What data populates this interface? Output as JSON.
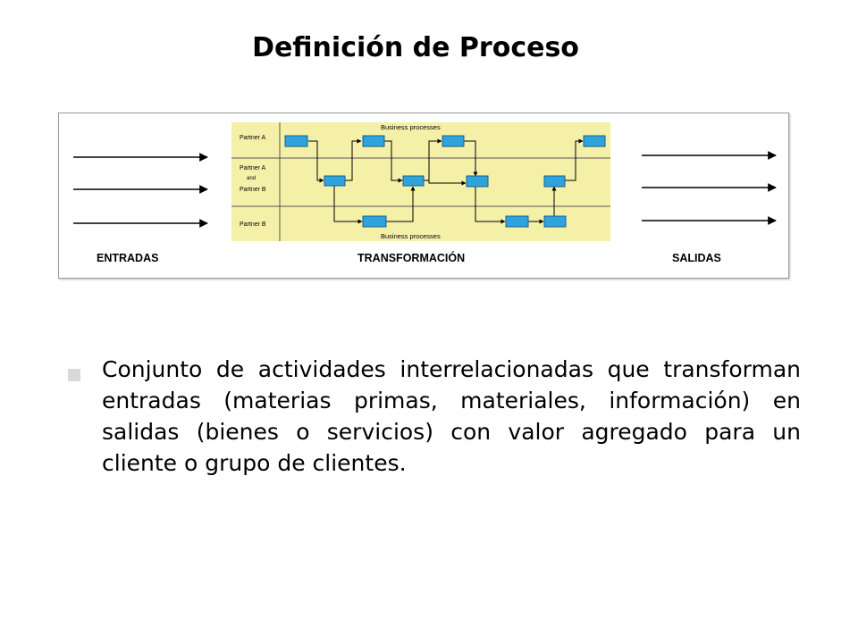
{
  "slide": {
    "title": "Definición de Proceso",
    "bullet": "Conjunto de actividades interrelacionadas que transforman entradas (materias primas, materiales, información) en salidas (bienes o servicios) con valor agregado para un cliente o grupo de clientes."
  },
  "diagram": {
    "panel_color": "#f5f0a8",
    "box_color": "#2fa3dc",
    "top_label": "Business processes",
    "bottom_label": "Business processes",
    "lanes": [
      "Partner A",
      "Partner A",
      "and",
      "Partner B",
      "Partner B"
    ],
    "sections": {
      "inputs": "ENTRADAS",
      "transformation": "TRANSFORMACIÓN",
      "outputs": "SALIDAS"
    }
  }
}
